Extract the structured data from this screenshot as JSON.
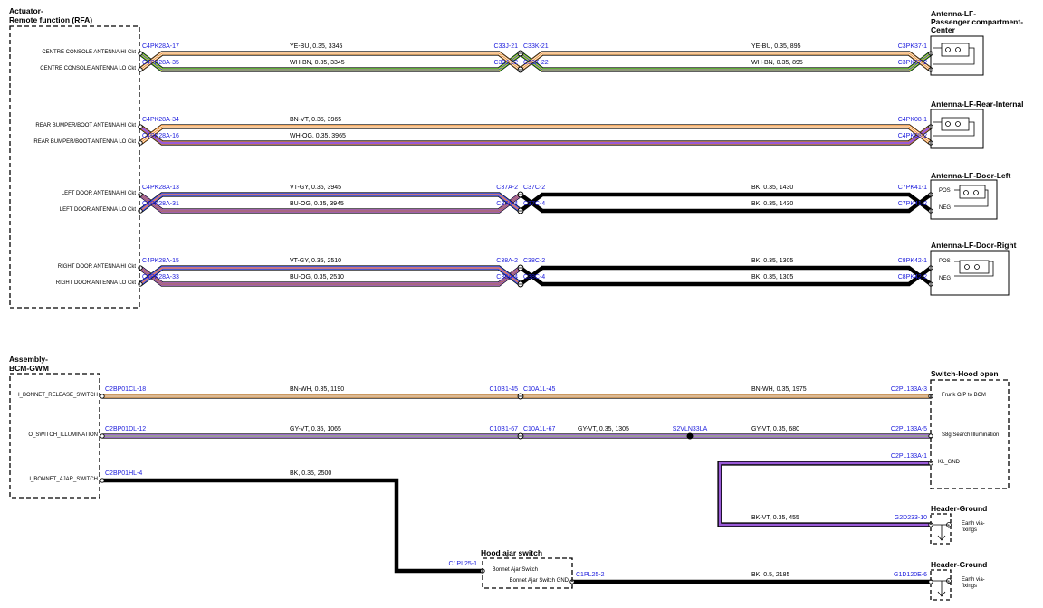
{
  "colors": {
    "yellow": "#f0dc2a",
    "blue": "#2e55c8",
    "white": "#ffffff",
    "brown": "#b8762a",
    "violet": "#9a5ad8",
    "orange": "#f09030",
    "gray": "#9a9a9a",
    "black": "#000000",
    "green": "#2e9e3a",
    "connector": "#1a1adc"
  },
  "components": {
    "rfa": {
      "title": [
        "Actuator-",
        "Remote function (RFA)"
      ],
      "pins": [
        "CENTRE CONSOLE ANTENNA HI Ckt",
        "CENTRE CONSOLE ANTENNA LO Ckt",
        "REAR BUMPER/BOOT ANTENNA HI Ckt",
        "REAR BUMPER/BOOT ANTENNA LO Ckt",
        "LEFT DOOR ANTENNA HI Ckt",
        "LEFT DOOR ANTENNA LO Ckt",
        "RIGHT DOOR ANTENNA HI Ckt",
        "RIGHT DOOR ANTENNA LO Ckt"
      ]
    },
    "ant_center": {
      "title": [
        "Antenna-LF-",
        "Passenger compartment-",
        "Center"
      ]
    },
    "ant_rear": {
      "title": [
        "Antenna-LF-Rear-Internal"
      ]
    },
    "ant_left": {
      "title": [
        "Antenna-LF-Door-Left"
      ],
      "pos": "POS",
      "neg": "NEG"
    },
    "ant_right": {
      "title": [
        "Antenna-LF-Door-Right"
      ],
      "pos": "POS",
      "neg": "NEG"
    },
    "bcm": {
      "title": [
        "Assembly-",
        "BCM-GWM"
      ],
      "pins": [
        "I_BONNET_RELEASE_SWITCH",
        "O_SWITCH_ILLUMINATION",
        "I_BONNET_AJAR_SWITCH"
      ]
    },
    "hood_switch": {
      "title": [
        "Switch-Hood open"
      ],
      "pins": [
        "Frunk O/P to BCM",
        "S8g Search Illumination",
        "KL_GND"
      ]
    },
    "ground1": {
      "title": [
        "Header-Ground"
      ],
      "label": [
        "Earth via-",
        "fixings"
      ]
    },
    "ground2": {
      "title": [
        "Header-Ground"
      ],
      "label": [
        "Earth via-",
        "fixings"
      ]
    },
    "hood_ajar": {
      "title": [
        "Hood ajar switch"
      ],
      "pins": [
        "Bonnet Ajar Switch",
        "Bonnet Ajar Switch GND"
      ]
    }
  },
  "circuits": [
    {
      "c1": "C4PK28A-17",
      "w1": "YE-BU, 0.35, 3345",
      "cm1": "C33J-21",
      "cm2": "C33K-21",
      "w2": "YE-BU, 0.35, 895",
      "c2": "C3PK37-1"
    },
    {
      "c1": "C4PK28A-35",
      "w1": "WH-BN, 0.35, 3345",
      "cm1": "C33J-22",
      "cm2": "C33K-22",
      "w2": "WH-BN, 0.35, 895",
      "c2": "C3PK37-2"
    },
    {
      "c1": "C4PK28A-34",
      "w1": "BN-VT, 0.35, 3965",
      "c2": "C4PK08-1"
    },
    {
      "c1": "C4PK28A-16",
      "w1": "WH-OG, 0.35, 3965",
      "c2": "C4PK08-2"
    },
    {
      "c1": "C4PK28A-13",
      "w1": "VT-GY, 0.35, 3945",
      "cm1": "C37A-2",
      "cm2": "C37C-2",
      "w2": "BK, 0.35, 1430",
      "c2": "C7PK41-1"
    },
    {
      "c1": "C4PK28A-31",
      "w1": "BU-OG, 0.35, 3945",
      "cm1": "C37A-4",
      "cm2": "C37C-4",
      "w2": "BK, 0.35, 1430",
      "c2": "C7PK41-2"
    },
    {
      "c1": "C4PK28A-15",
      "w1": "VT-GY, 0.35, 2510",
      "cm1": "C38A-2",
      "cm2": "C38C-2",
      "w2": "BK, 0.35, 1305",
      "c2": "C8PK42-1"
    },
    {
      "c1": "C4PK28A-33",
      "w1": "BU-OG, 0.35, 2510",
      "cm1": "C38A-4",
      "cm2": "C38C-4",
      "w2": "BK, 0.35, 1305",
      "c2": "C8PK42-2"
    },
    {
      "c1": "C2BP01CL-18",
      "w1": "BN-WH, 0.35, 1190",
      "cm1": "C10B1-45",
      "cm2": "C10A1L-45",
      "w2": "BN-WH, 0.35, 1975",
      "c2": "C2PL133A-3"
    },
    {
      "c1": "C2BP01DL-12",
      "w1": "GY-VT, 0.35, 1065",
      "cm1": "C10B1-67",
      "cm2": "C10A1L-67",
      "w2": "GY-VT, 0.35, 1305",
      "splice": "S2VLN33LA",
      "w3": "GY-VT, 0.35, 680",
      "c2": "C2PL133A-5"
    },
    {
      "c1": "C2PL133A-1",
      "w1": "BK-VT, 0.35, 455",
      "c2": "G2D233-10"
    },
    {
      "c1": "C2BP01HL-4",
      "w1": "BK, 0.35, 2500",
      "c2": "C1PL25-1"
    },
    {
      "c1": "C1PL25-2",
      "w1": "BK, 0.5, 2185",
      "c2": "G1D120E-6"
    }
  ]
}
